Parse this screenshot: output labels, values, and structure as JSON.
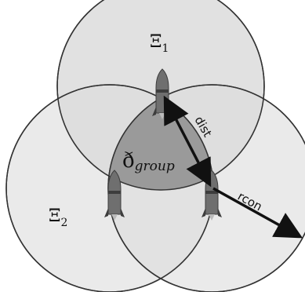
{
  "labels": {
    "xi_1": "Ξ",
    "xi_1_sub": "1",
    "xi_2": "Ξ",
    "xi_2_sub": "2",
    "group_symbol": "ð",
    "group_sub": "group",
    "dist": "dist",
    "rcon": "rcon"
  },
  "colors": {
    "circle_fill": "#dcdcdc",
    "overlap_fill": "#9a9a9a",
    "outline": "#333333",
    "arrow": "#111111",
    "rocket_body": "#6f6f6f",
    "rocket_shade": "#3d3d3d"
  },
  "elements": {
    "circles": [
      "Ξ1 range circle",
      "Ξ2 range circle",
      "third range circle"
    ],
    "rockets": [
      "rocket-top",
      "rocket-left",
      "rocket-right"
    ],
    "arrows": [
      "dist arrow",
      "rcon arrow"
    ]
  }
}
